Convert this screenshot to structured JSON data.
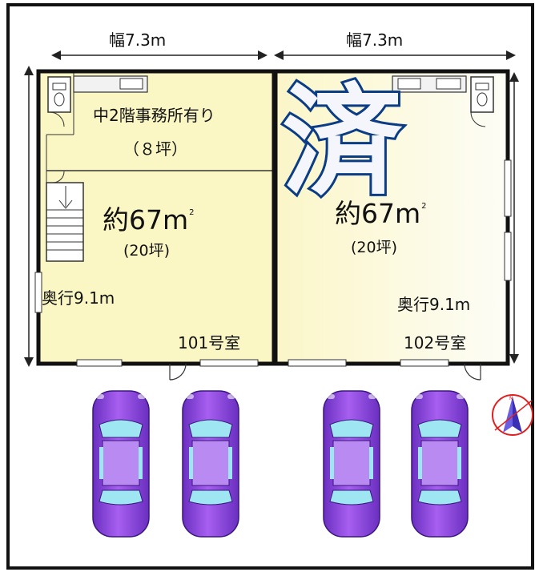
{
  "dimensions": {
    "width_left": "幅7.3m",
    "width_right": "幅7.3m",
    "depth_left": "奥行9.1m",
    "depth_right": "奥行9.1m"
  },
  "room_101": {
    "mezzanine_note": "中2階事務所有り",
    "mezzanine_tsubo": "（８坪）",
    "area_prefix": "約67m",
    "area_sup": "2",
    "tsubo": "(20坪)",
    "number": "101号室",
    "color": "#fbf7c4"
  },
  "room_102": {
    "area_prefix": "約67m",
    "area_sup": "2",
    "tsubo": "(20坪)",
    "number": "102号室",
    "color": "#fbfbe6"
  },
  "stamp": "済",
  "compass_letter": "N",
  "parking": {
    "car_count": 4,
    "car_color": "#9b4fe0",
    "window_color": "#9ee7f2"
  }
}
